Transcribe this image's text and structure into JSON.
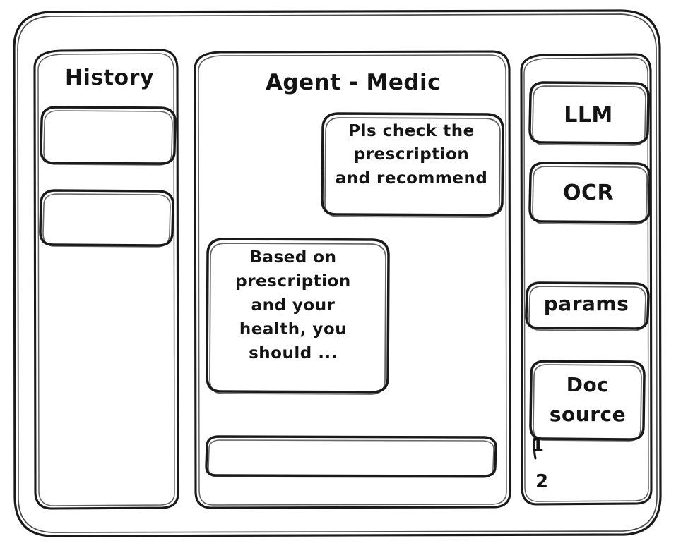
{
  "window": {
    "name": "agent-medic-wireframe"
  },
  "sidebar": {
    "title": "History",
    "items": [
      {
        "label": "",
        "name": "history-item-1"
      },
      {
        "label": "",
        "name": "history-item-2"
      }
    ]
  },
  "main": {
    "title": "Agent - Medic",
    "messages": [
      {
        "role": "user",
        "text": "Pls check the\nprescription\nand recommend"
      },
      {
        "role": "assistant",
        "text": "Based on\nprescription\nand your\nhealth, you\nshould ..."
      }
    ],
    "composer": {
      "value": "",
      "placeholder": ""
    }
  },
  "right_panel": {
    "tools": [
      {
        "label": "LLM",
        "name": "tool-llm"
      },
      {
        "label": "OCR",
        "name": "tool-ocr"
      },
      {
        "label": "params",
        "name": "tool-params"
      }
    ],
    "doc_source": {
      "label": "Doc\nsource",
      "items": [
        "1",
        "2"
      ]
    }
  },
  "colors": {
    "stroke": "#1a1a1a",
    "background": "#ffffff",
    "text": "#141414"
  }
}
